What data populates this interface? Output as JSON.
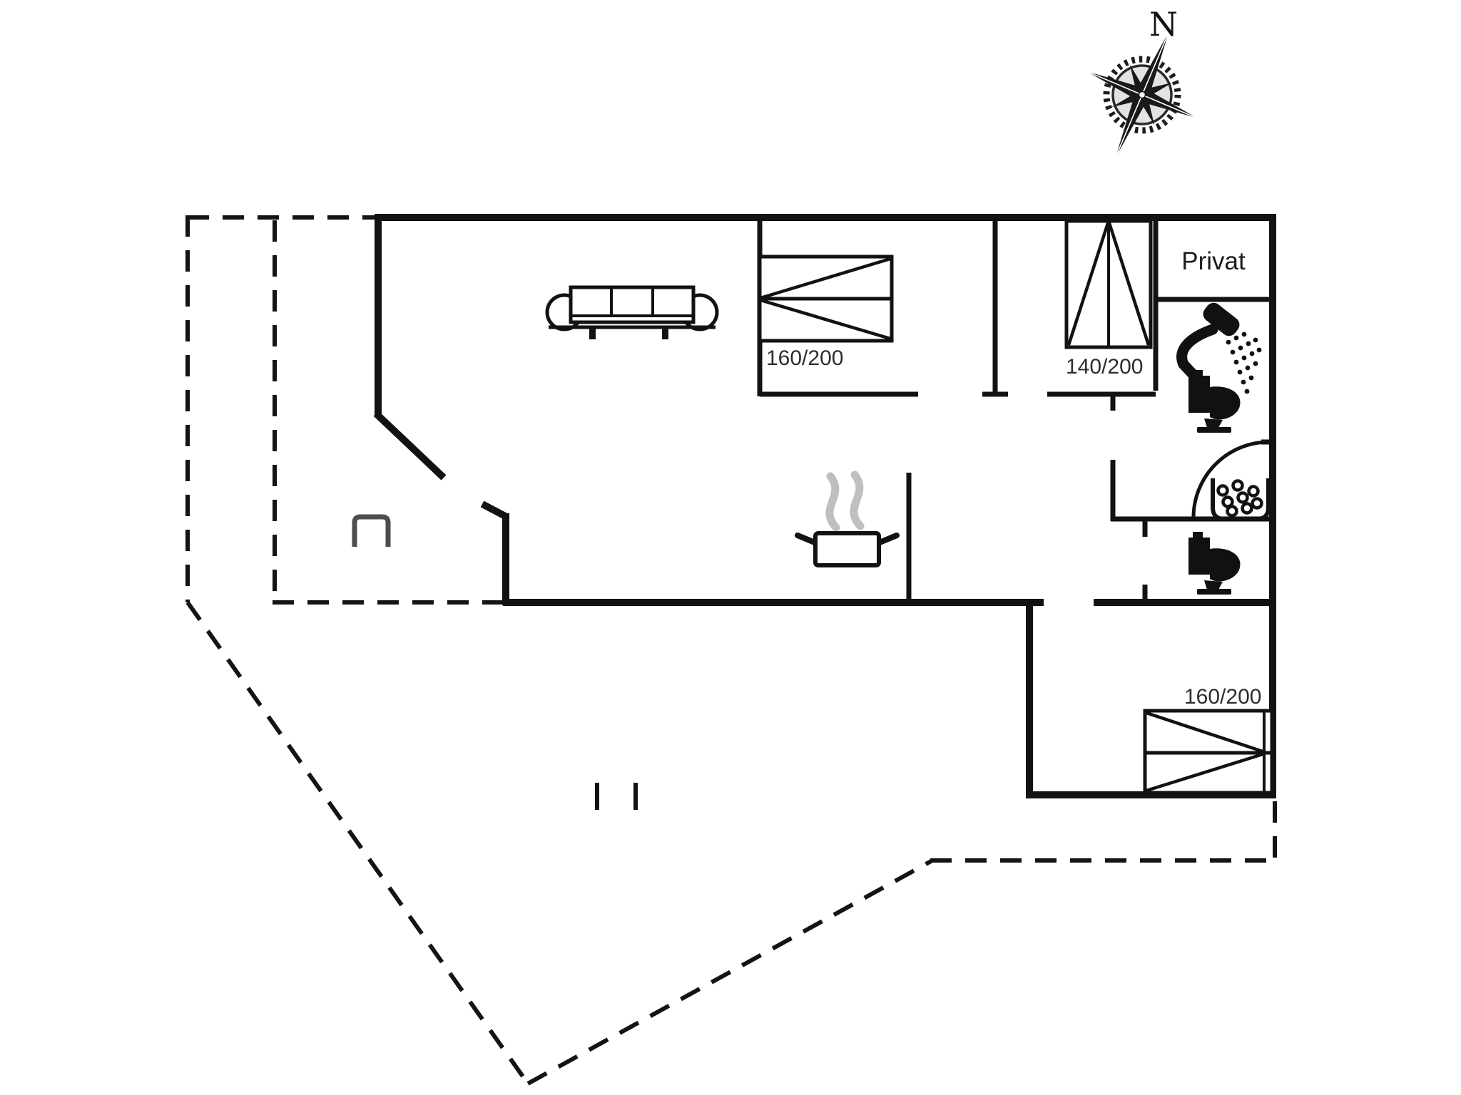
{
  "plan_type": "house floor plan",
  "compass": {
    "north_label": "N"
  },
  "rooms": {
    "privat_label": "Privat"
  },
  "bed_size_labels": {
    "bedroom_top": "160/200",
    "bedroom_wardrobe": "140/200",
    "bedroom_bottom": "160/200"
  },
  "icons": [
    "compass-rose-icon",
    "sofa-icon",
    "double-bed-icon",
    "vertical-bed-icon",
    "single-bed-icon",
    "fireplace-icon",
    "cooking-pot-icon",
    "steam-icon",
    "shower-icon",
    "toilet-icon",
    "toilet-icon",
    "washing-basin-icon",
    "door-swing-arc"
  ],
  "colors": {
    "background": "#ffffff",
    "wall": "#121212",
    "label_text": "#2e2e2e",
    "steam_gray": "#bfbfbf",
    "fireplace_gray": "#4d4d4d"
  }
}
